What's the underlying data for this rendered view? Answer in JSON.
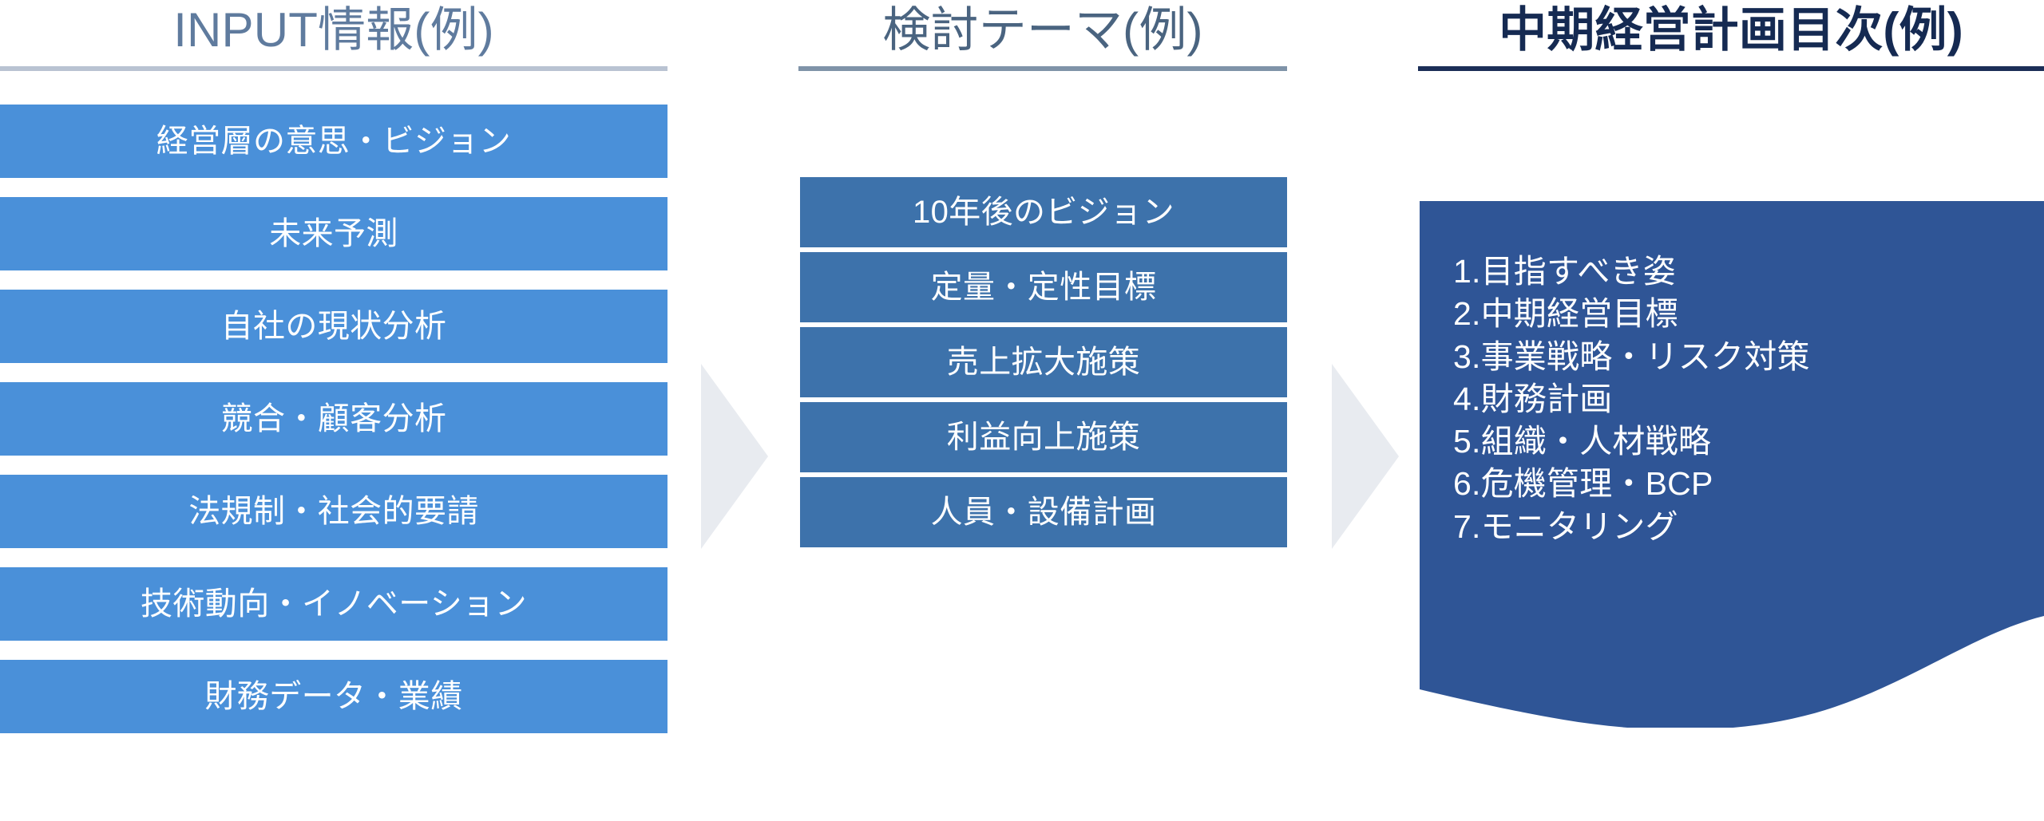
{
  "columns": {
    "input": {
      "heading": "INPUT情報(例)",
      "heading_color": "#5f7b9e",
      "rule_color": "#b9c3d2",
      "bar_color": "#4a90d9",
      "items": [
        {
          "label": "経営層の意思・ビジョン"
        },
        {
          "label": "未来予測"
        },
        {
          "label": "自社の現状分析"
        },
        {
          "label": "競合・顧客分析"
        },
        {
          "label": "法規制・社会的要請"
        },
        {
          "label": "技術動向・イノベーション"
        },
        {
          "label": "財務データ・業績"
        }
      ]
    },
    "theme": {
      "heading": "検討テーマ(例)",
      "heading_color": "#4a6480",
      "rule_color": "#7f93a8",
      "box_color": "#3d72ab",
      "items": [
        {
          "label": "10年後のビジョン"
        },
        {
          "label": "定量・定性目標"
        },
        {
          "label": "売上拡大施策"
        },
        {
          "label": "利益向上施策"
        },
        {
          "label": "人員・設備計画"
        }
      ]
    },
    "toc": {
      "heading": "中期経営計画目次(例)",
      "heading_color": "#152a52",
      "rule_color": "#1b2e57",
      "panel_color": "#2f5596",
      "items": [
        {
          "label": "1.目指すべき姿"
        },
        {
          "label": "2.中期経営目標"
        },
        {
          "label": "3.事業戦略・リスク対策"
        },
        {
          "label": "4.財務計画"
        },
        {
          "label": "5.組織・人材戦略"
        },
        {
          "label": "6.危機管理・BCP"
        },
        {
          "label": "7.モニタリング"
        }
      ]
    }
  },
  "arrows": [
    {
      "name": "arrow-input-to-theme",
      "color": "#e8ebf0"
    },
    {
      "name": "arrow-theme-to-toc",
      "color": "#e8ebf0"
    }
  ]
}
